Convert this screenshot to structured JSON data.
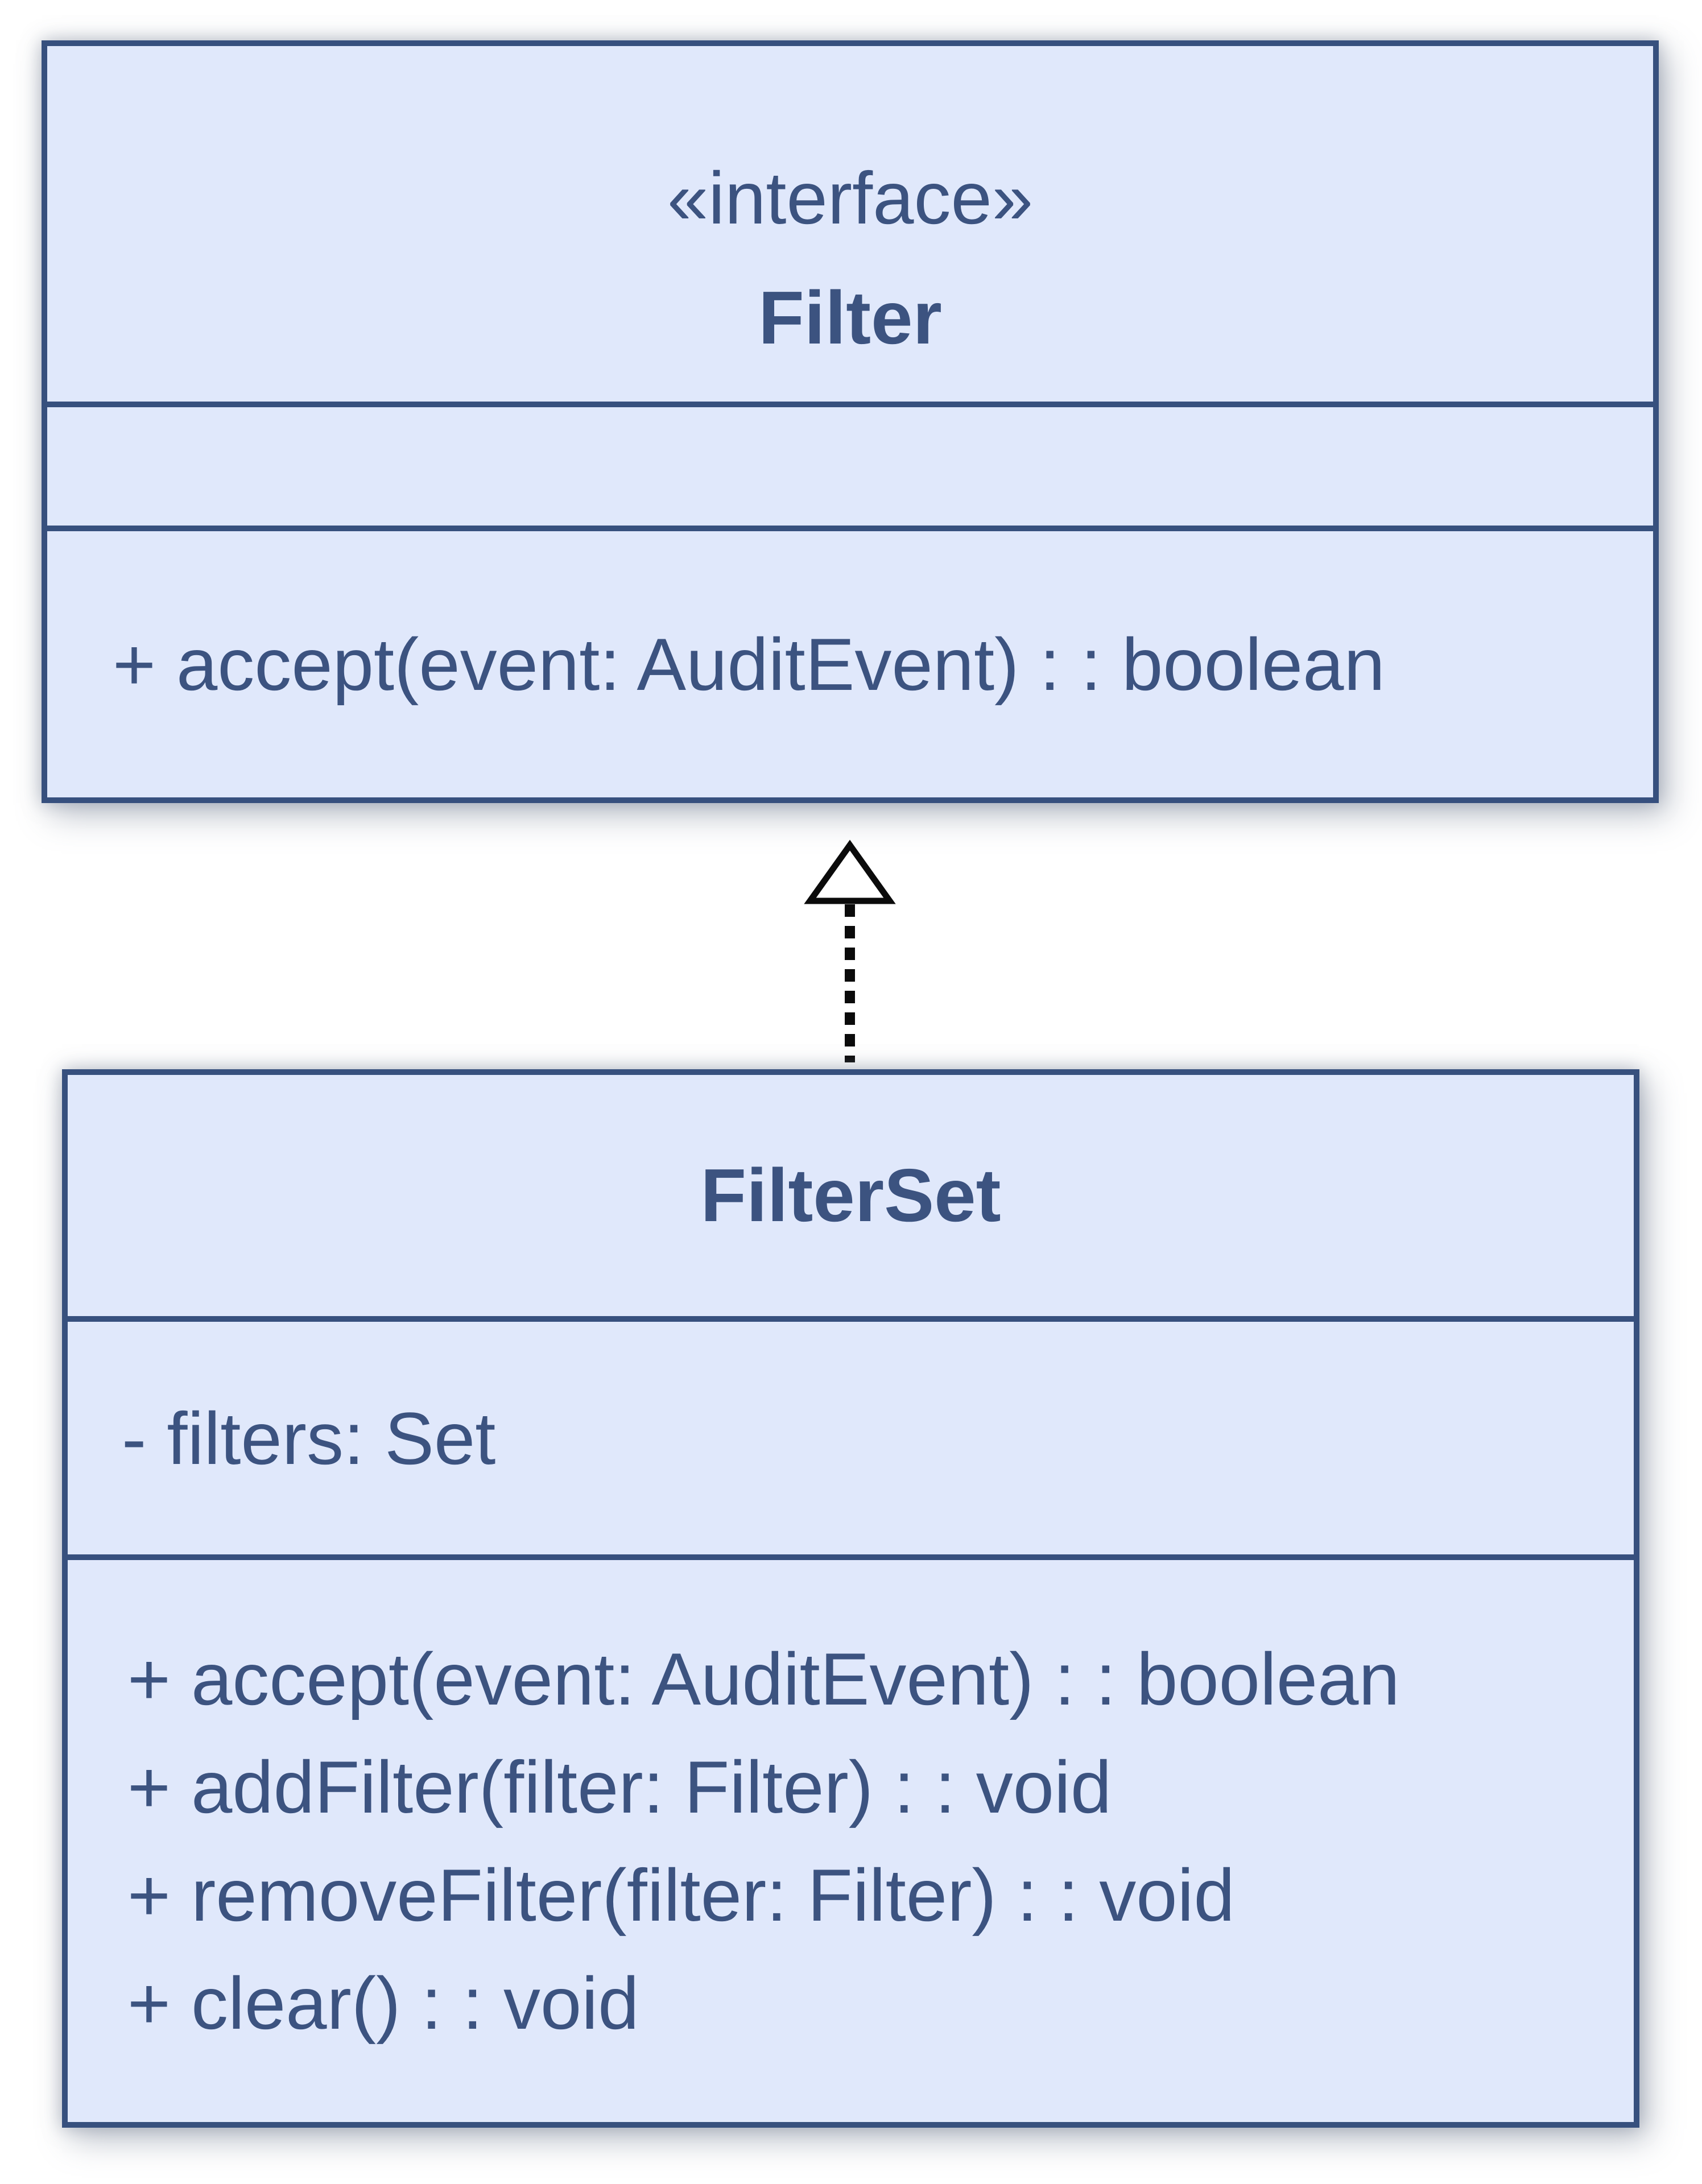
{
  "diagram": {
    "interface_class": {
      "stereotype": "«interface»",
      "name": "Filter",
      "attributes": [],
      "operations": [
        "+ accept(event: AuditEvent) : : boolean"
      ]
    },
    "filterset_class": {
      "name": "FilterSet",
      "attributes": [
        "- filters: Set"
      ],
      "operations": [
        "+ accept(event: AuditEvent) : : boolean",
        "+ addFilter(filter: Filter) : : void",
        "+ removeFilter(filter: Filter) : : void",
        "+ clear() : : void"
      ]
    },
    "relationship": {
      "type": "realization",
      "from": "FilterSet",
      "to": "Filter",
      "line_style": "dashed",
      "arrow_head": "hollow-triangle"
    },
    "colors": {
      "box-fill": "#e0e8fb",
      "box-border": "#37507e",
      "text": "#3c5380",
      "arrow": "#0b0b0b",
      "page-bg": "#ffffff"
    }
  }
}
